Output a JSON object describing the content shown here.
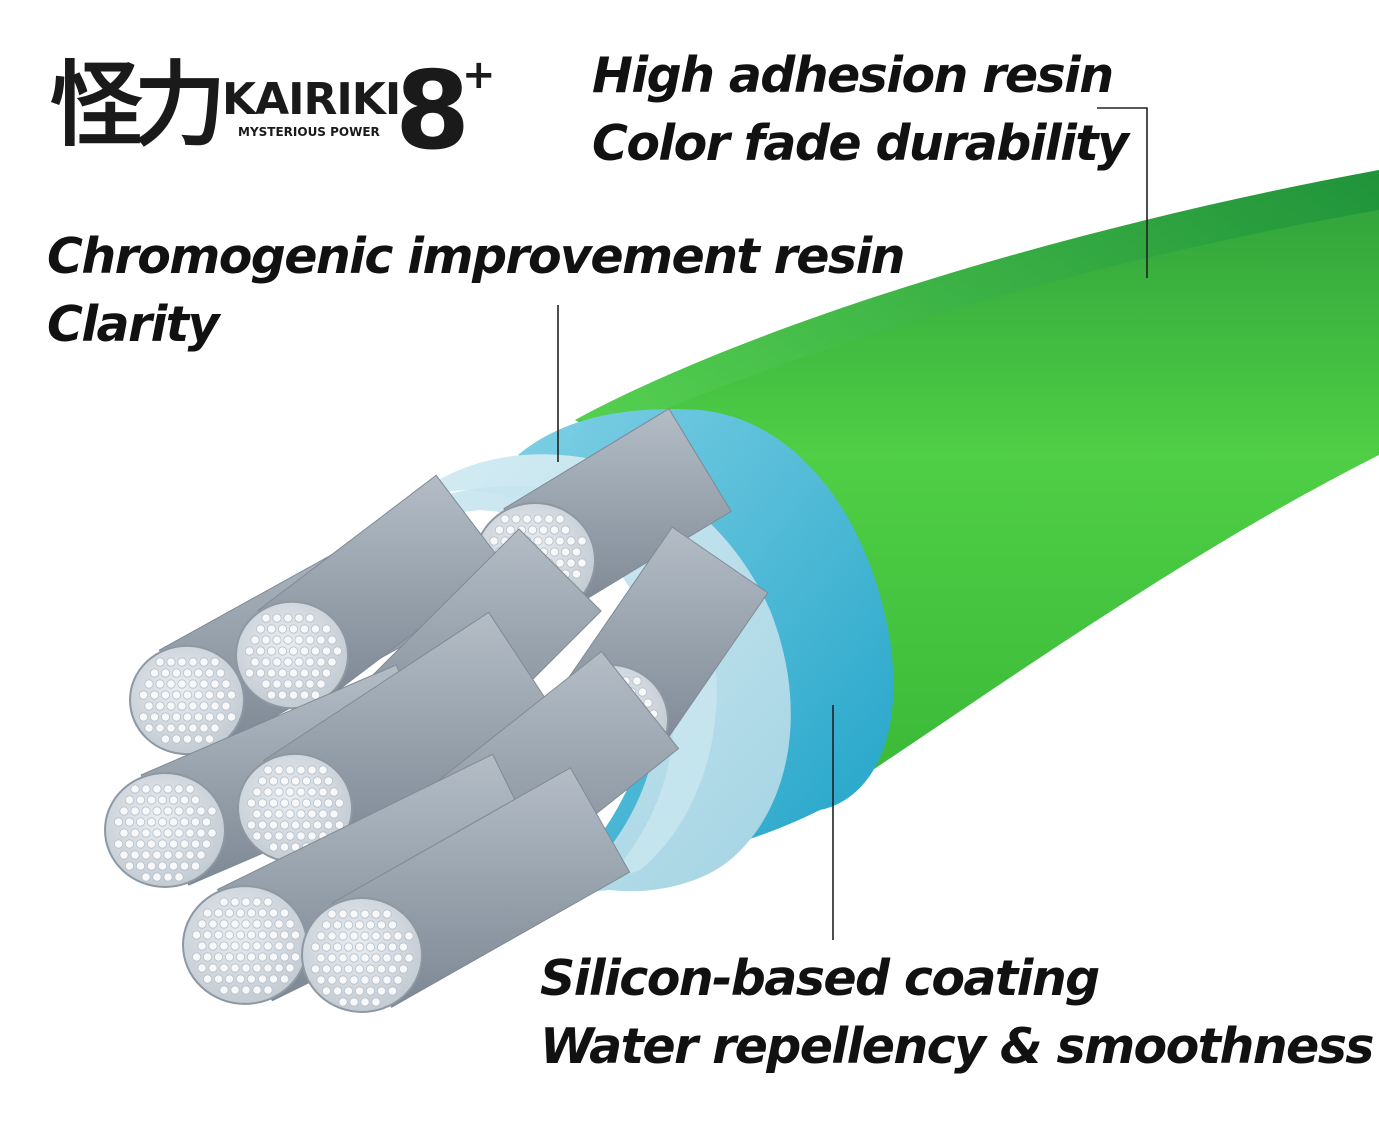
{
  "logo": {
    "kanji": "怪力",
    "brand": "KAIRIKI",
    "tagline": "MYSTERIOUS POWER",
    "mark": "8",
    "mark_sup": "+"
  },
  "callouts": {
    "chromogenic": {
      "line1": "Chromogenic improvement resin",
      "line2": "Clarity"
    },
    "adhesion": {
      "line1": "High adhesion resin",
      "line2": "Color fade durability"
    },
    "silicon": {
      "line1": "Silicon-based coating",
      "line2": "Water repellency & smoothness"
    }
  },
  "colors": {
    "green_layer": "#4fcf45",
    "blue_layer": "#3cb6d2",
    "clear_layer": "#a9d9e8",
    "strand": "#9aa5b0",
    "leader_line": "#222222"
  }
}
